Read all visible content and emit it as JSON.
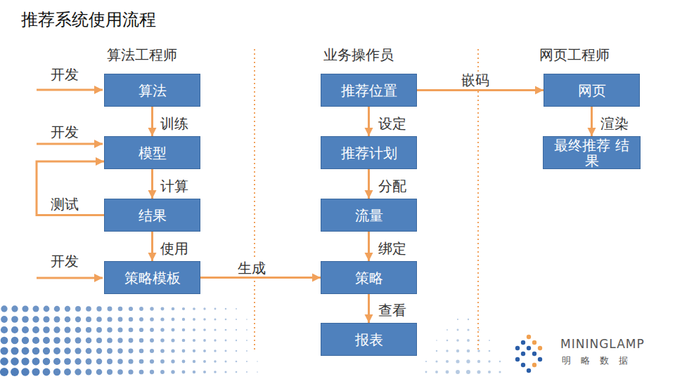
{
  "diagram": {
    "title": "推荐系统使用流程",
    "nodes": [
      {
        "text": [
          "算法"
        ]
      },
      {
        "text": [
          "模型"
        ]
      },
      {
        "text": [
          "结果"
        ]
      },
      {
        "text": [
          "策略模板"
        ]
      },
      {
        "text": [
          "推荐位置"
        ]
      },
      {
        "text": [
          "推荐计划"
        ]
      },
      {
        "text": [
          "流量"
        ]
      },
      {
        "text": [
          "策略"
        ]
      },
      {
        "text": [
          "报表"
        ]
      },
      {
        "text": [
          "网页"
        ]
      },
      {
        "text": [
          "最终推荐 结果"
        ]
      }
    ],
    "edges": [
      {
        "from": 0,
        "to": 1,
        "label": "训练",
        "arrow": "to"
      },
      {
        "from": 1,
        "to": 2,
        "label": "计算",
        "arrow": "to"
      },
      {
        "from": 2,
        "to": 1,
        "label": "测试",
        "arrow": "to"
      },
      {
        "from": 2,
        "to": 3,
        "label": "使用",
        "arrow": "to"
      },
      {
        "from": 3,
        "to": 7,
        "label": "生成",
        "arrow": "to"
      },
      {
        "from": 4,
        "to": 5,
        "label": "设定",
        "arrow": "to"
      },
      {
        "from": 5,
        "to": 6,
        "label": "分配",
        "arrow": "to"
      },
      {
        "from": 6,
        "to": 7,
        "label": "绑定",
        "arrow": "to"
      },
      {
        "from": 7,
        "to": 8,
        "label": "查看",
        "arrow": "to"
      },
      {
        "from": 4,
        "to": 9,
        "label": "嵌码",
        "arrow": "to"
      },
      {
        "from": 9,
        "to": 10,
        "label": "渲染",
        "arrow": "to"
      }
    ],
    "labels": [
      "算法工程师",
      "业务操作员",
      "网页工程师",
      "开发",
      "开发",
      "开发",
      "MININGLAMP",
      "明 略 数 据"
    ]
  }
}
